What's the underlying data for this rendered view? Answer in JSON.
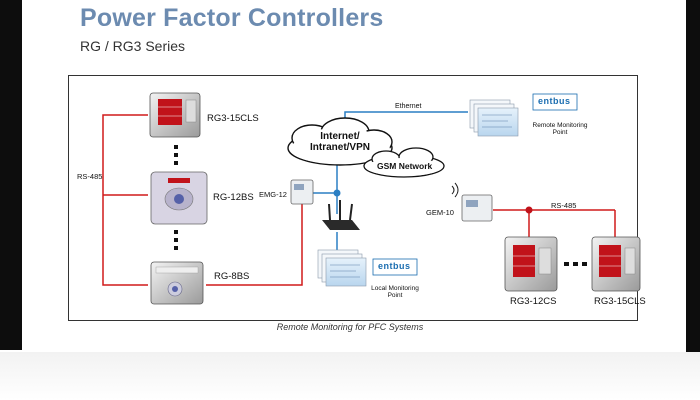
{
  "header": {
    "title": "Power Factor Controllers",
    "subtitle": "RG / RG3 Series"
  },
  "diagram": {
    "caption": "Remote Monitoring for PFC Systems",
    "devices": {
      "rg3_15cls_left": "RG3-15CLS",
      "rg_12bs": "RG-12BS",
      "rg_8bs": "RG-8BS",
      "emg_12": "EMG-12",
      "gem_10": "GEM-10",
      "rg3_12cs": "RG3-12CS",
      "rg3_15cls_right": "RG3-15CLS"
    },
    "network": {
      "internet_line1": "Internet/",
      "internet_line2": "Intranet/VPN",
      "gsm": "GSM Network",
      "ethernet": "Ethernet",
      "rs485_left": "RS-485",
      "rs485_right": "RS-485"
    },
    "monitoring": {
      "remote_line1": "Remote Monitoring",
      "remote_line2": "Point",
      "local_line1": "Local Monitoring",
      "local_line2": "Point"
    },
    "logos": {
      "entbus_top": "entbus",
      "entbus_bottom": "entbus"
    },
    "colors": {
      "rs485_line": "#d11a1a",
      "ethernet_line": "#2a7fc4",
      "title": "#6c8bb0"
    }
  }
}
